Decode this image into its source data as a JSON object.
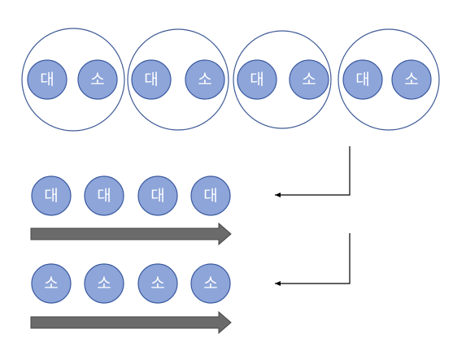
{
  "groups": [
    {
      "big": "대",
      "small": "소"
    },
    {
      "big": "대",
      "small": "소"
    },
    {
      "big": "대",
      "small": "소"
    },
    {
      "big": "대",
      "small": "소"
    }
  ],
  "rows": [
    {
      "name": "big-row",
      "items": [
        "대",
        "대",
        "대",
        "대"
      ]
    },
    {
      "name": "small-row",
      "items": [
        "소",
        "소",
        "소",
        "소"
      ]
    }
  ],
  "colors": {
    "chip_fill": "#8DA5D9",
    "chip_stroke": "#3B5AA0",
    "group_stroke": "#3E5A96",
    "arrow_fill": "#6B6B6B",
    "arrow_stroke": "#444444",
    "connector": "#000000"
  }
}
